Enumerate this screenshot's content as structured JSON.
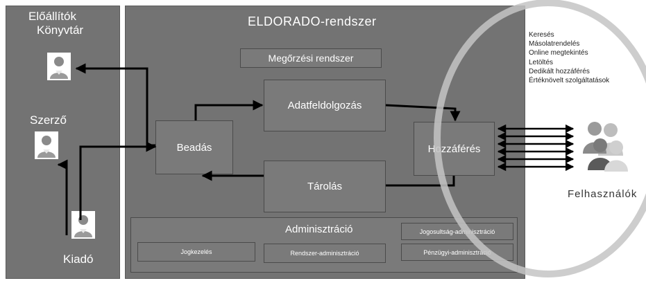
{
  "producers": {
    "title": "Előállítók",
    "library": "Könyvtár",
    "author": "Szerző",
    "publisher": "Kiadó"
  },
  "system": {
    "title": "ELDORADO-rendszer",
    "preservation": "Megőrzési rendszer",
    "processing": "Adatfeldolgozás",
    "submission": "Beadás",
    "access": "Hozzáférés",
    "storage": "Tárolás"
  },
  "administration": {
    "title": "Adminisztráció",
    "rights": "Jogkezelés",
    "system_admin": "Rendszer-adminisztráció",
    "entitlement_admin": "Jogosultság-adminisztráció",
    "finance_admin": "Pénzügyi-adminisztráció"
  },
  "services": [
    "Keresés",
    "Másolatrendelés",
    "Online megtekintés",
    "Letöltés",
    "Dedikált hozzáférés",
    "Értéknövelt szolgáltatások"
  ],
  "users": {
    "label": "Felhasználók"
  },
  "colors": {
    "panel": "#737373",
    "box": "#7a7a7a",
    "circle": "#c4c4c4",
    "arrow": "#000000"
  }
}
